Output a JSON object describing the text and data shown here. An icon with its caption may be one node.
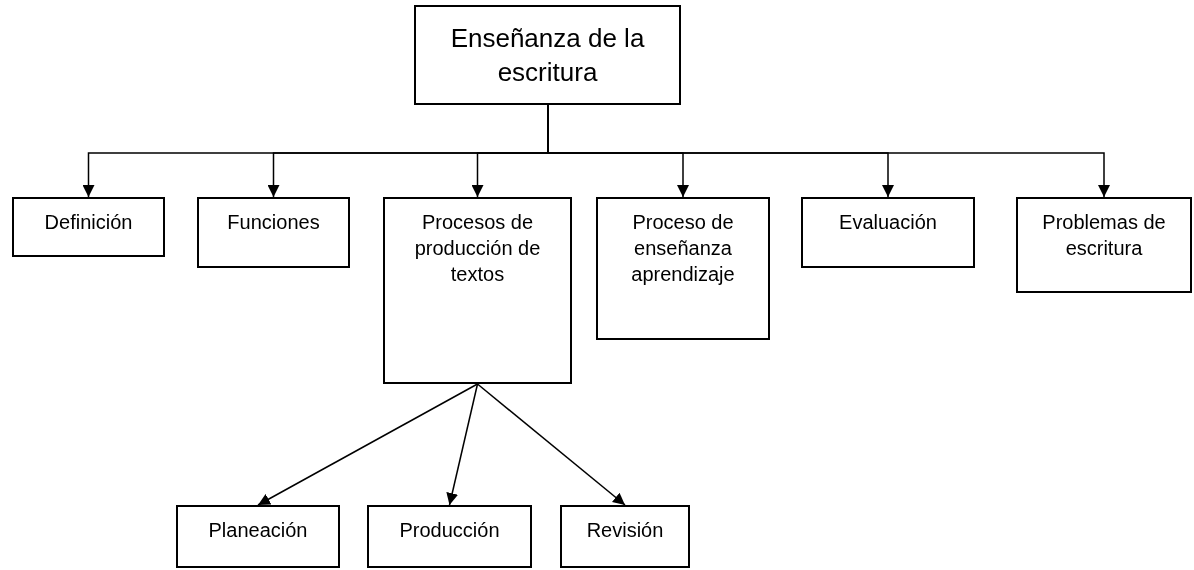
{
  "diagram": {
    "nodes": [
      {
        "text": [
          "Enseñanza de la escritura"
        ]
      },
      {
        "text": [
          "Definición"
        ]
      },
      {
        "text": [
          "Funciones"
        ]
      },
      {
        "text": [
          "Procesos de producción de textos"
        ]
      },
      {
        "text": [
          "Proceso de enseñanza aprendizaje"
        ]
      },
      {
        "text": [
          "Evaluación"
        ]
      },
      {
        "text": [
          "Problemas de escritura"
        ]
      },
      {
        "text": [
          "Planeación"
        ]
      },
      {
        "text": [
          "Producción"
        ]
      },
      {
        "text": [
          "Revisión"
        ]
      }
    ],
    "edges": [
      {
        "from": 0,
        "to": 1,
        "arrow": "to"
      },
      {
        "from": 0,
        "to": 2,
        "arrow": "to"
      },
      {
        "from": 0,
        "to": 3,
        "arrow": "to"
      },
      {
        "from": 0,
        "to": 4,
        "arrow": "to"
      },
      {
        "from": 0,
        "to": 5,
        "arrow": "to"
      },
      {
        "from": 0,
        "to": 6,
        "arrow": "to"
      },
      {
        "from": 3,
        "to": 7,
        "arrow": "to"
      },
      {
        "from": 3,
        "to": 8,
        "arrow": "to"
      },
      {
        "from": 3,
        "to": 9,
        "arrow": "to"
      }
    ]
  }
}
